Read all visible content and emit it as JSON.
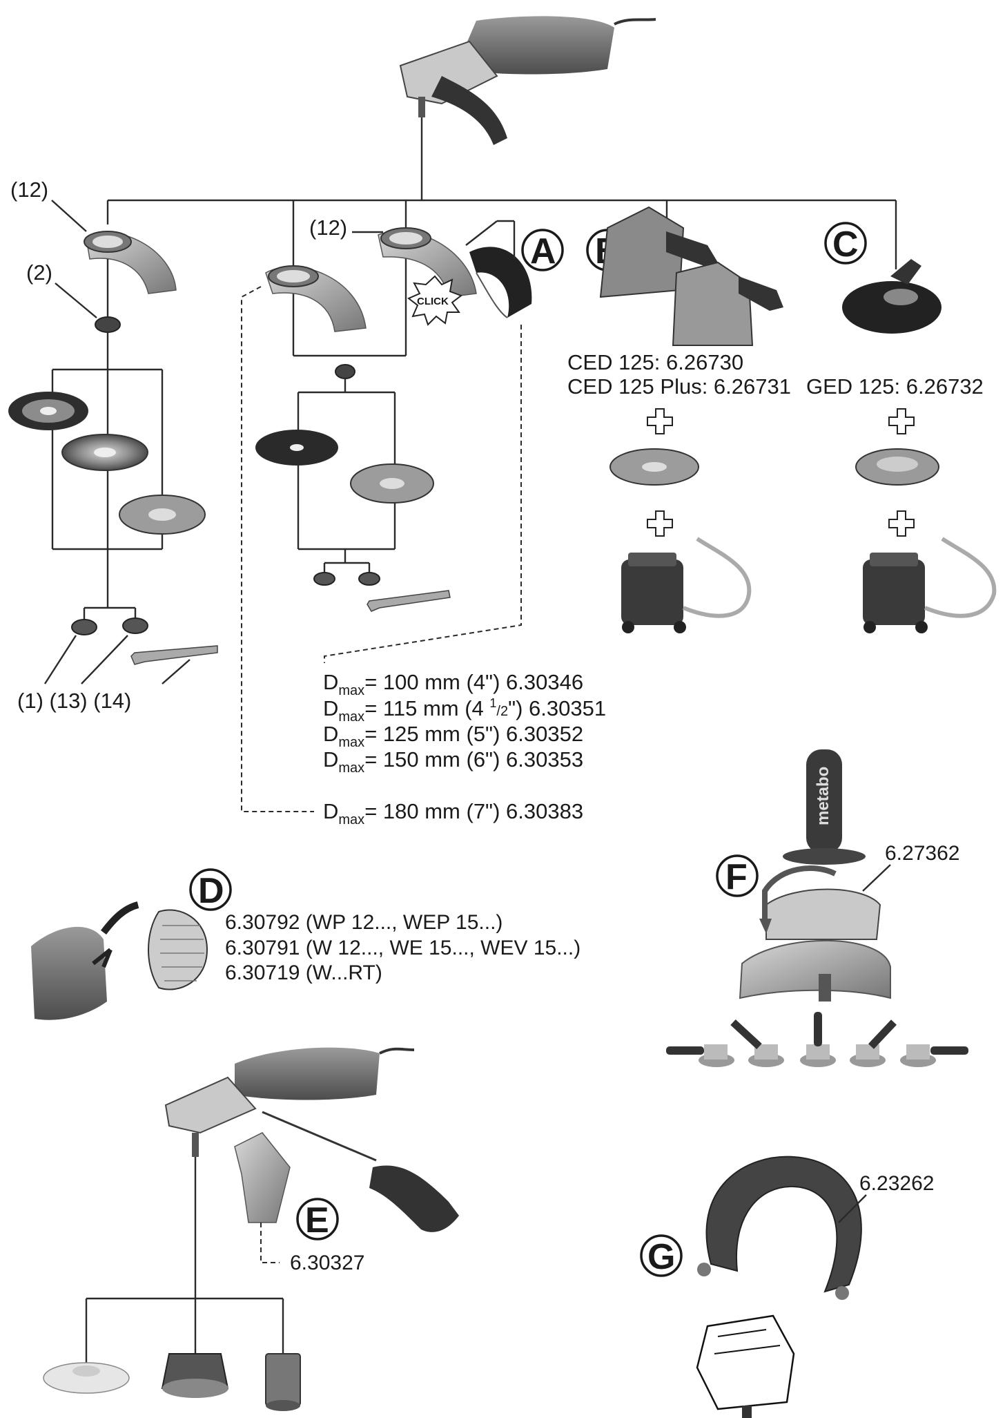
{
  "title": "",
  "callouts": {
    "c12_left": "(12)",
    "c2": "(2)",
    "c12_mid": "(12)",
    "bottom_parts": "(1) (13) (14)",
    "click": "CLICK"
  },
  "badges": {
    "A": "A",
    "B": "B",
    "C": "C",
    "D": "D",
    "E": "E",
    "F": "F",
    "G": "G"
  },
  "hoods": {
    "ced125": "CED 125: 6.26730",
    "ced125plus": "CED 125 Plus: 6.26731",
    "ged125": "GED 125: 6.26732"
  },
  "guards": [
    {
      "d": "D",
      "sub": "max",
      "eq": "= 100 mm (4\") 6.30346"
    },
    {
      "d": "D",
      "sub": "max",
      "eq": "= 115 mm (4 ",
      "sup": "1",
      "frac": "/2",
      "tail": "\") 6.30351"
    },
    {
      "d": "D",
      "sub": "max",
      "eq": "= 125 mm (5\") 6.30352"
    },
    {
      "d": "D",
      "sub": "max",
      "eq": "= 150 mm (6\") 6.30353"
    },
    {
      "d": "D",
      "sub": "max",
      "eq": "= 180 mm (7\") 6.30383"
    }
  ],
  "filters": [
    "6.30792 (WP 12..., WEP 15...)",
    "6.30791 (W 12..., WE 15..., WEV 15...)",
    "6.30719  (W...RT)"
  ],
  "refs": {
    "E": "6.30327",
    "F": "6.27362",
    "G": "6.23262"
  },
  "brand": "metabo",
  "icons": [
    "angle-grinder-icon",
    "guard-icon",
    "flange-icon",
    "disc-icon",
    "wrench-icon",
    "vacuum-icon",
    "handle-icon",
    "plus-icon"
  ]
}
